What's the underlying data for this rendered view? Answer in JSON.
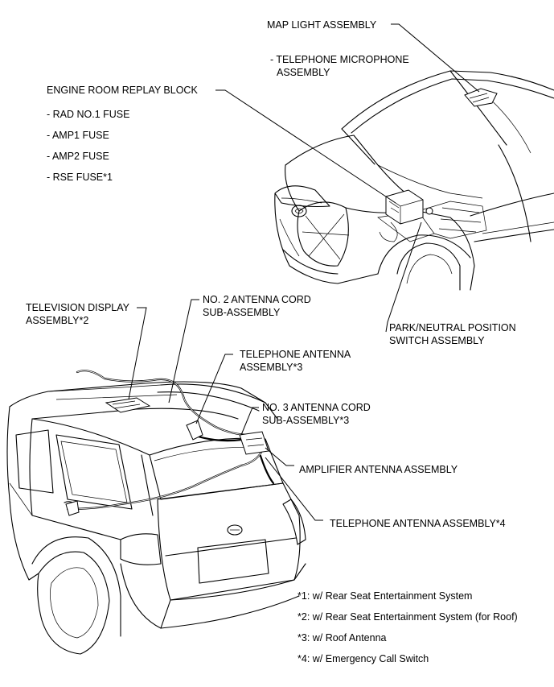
{
  "labels": {
    "map_light": "MAP LIGHT ASSEMBLY",
    "telephone_microphone_1": "- TELEPHONE MICROPHONE",
    "telephone_microphone_2": "ASSEMBLY",
    "engine_room_relay": "ENGINE ROOM REPLAY BLOCK",
    "fuse_rad": "- RAD NO.1 FUSE",
    "fuse_amp1": "- AMP1 FUSE",
    "fuse_amp2": "- AMP2 FUSE",
    "fuse_rse": "- RSE FUSE*1",
    "park_neutral_1": "PARK/NEUTRAL POSITION",
    "park_neutral_2": "SWITCH ASSEMBLY",
    "tv_display_1": "TELEVISION DISPLAY",
    "tv_display_2": "ASSEMBLY*2",
    "no2_cord_1": "NO. 2 ANTENNA CORD",
    "no2_cord_2": "SUB-ASSEMBLY",
    "tel_antenna_roof_1": "TELEPHONE ANTENNA",
    "tel_antenna_roof_2": "ASSEMBLY*3",
    "no3_cord_1": "NO. 3 ANTENNA CORD",
    "no3_cord_2": "SUB-ASSEMBLY*3",
    "amplifier_antenna": "AMPLIFIER ANTENNA ASSEMBLY",
    "tel_antenna_4": "TELEPHONE ANTENNA ASSEMBLY*4"
  },
  "notes": [
    "*1: w/ Rear Seat Entertainment System",
    "*2: w/ Rear Seat Entertainment System (for Roof)",
    "*3: w/ Roof Antenna",
    "*4: w/ Emergency Call Switch"
  ]
}
